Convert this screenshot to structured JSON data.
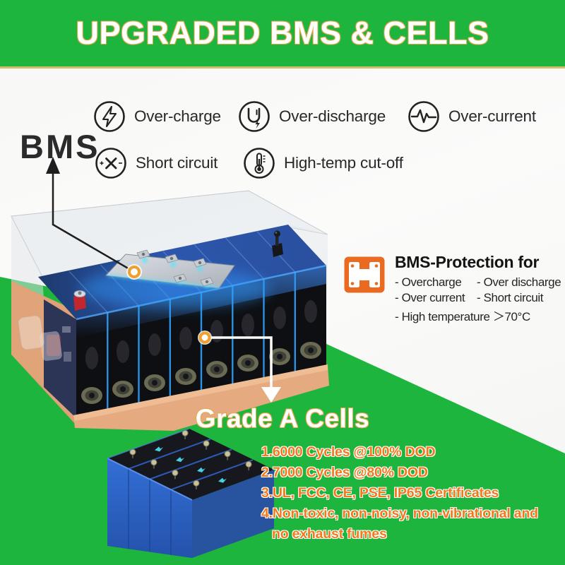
{
  "header": {
    "title": "UPGRADED BMS & CELLS"
  },
  "bms": {
    "label": "BMS",
    "features": [
      {
        "icon": "overcharge-bolt-icon",
        "label": "Over-charge"
      },
      {
        "icon": "overdischarge-u-bolt-icon",
        "label": "Over-discharge"
      },
      {
        "icon": "overcurrent-pulse-icon",
        "label": "Over-current"
      },
      {
        "icon": "short-circuit-x-icon",
        "label": "Short circuit"
      },
      {
        "icon": "high-temp-thermometer-icon",
        "label": "High-temp cut-off"
      }
    ]
  },
  "protection": {
    "icon": "bms-board-icon",
    "title": "BMS-Protection for",
    "items": [
      "- Overcharge",
      "- Over discharge",
      "- Over current",
      "- Short circuit",
      "- High temperature ＞70°C"
    ]
  },
  "cells": {
    "title": "Grade A Cells",
    "lines": [
      "1.6000 Cycles @100% DOD",
      "2.7000 Cycles @80% DOD",
      "3.UL, FCC, CE, PSE, IP65 Certificates",
      "4.Non-toxic, non-noisy, non-vibrational and",
      "no exhaust fumes"
    ]
  },
  "colors": {
    "brand_green": "#1eb53e",
    "banner_underline": "#d2bc66",
    "accent_orange_text": "#f4791d",
    "bms_icon_orange": "#e96a20",
    "tray_orange": "#e5aa80",
    "cell_blue": "#2f66cc",
    "separator_blue": "#2e9df5"
  }
}
